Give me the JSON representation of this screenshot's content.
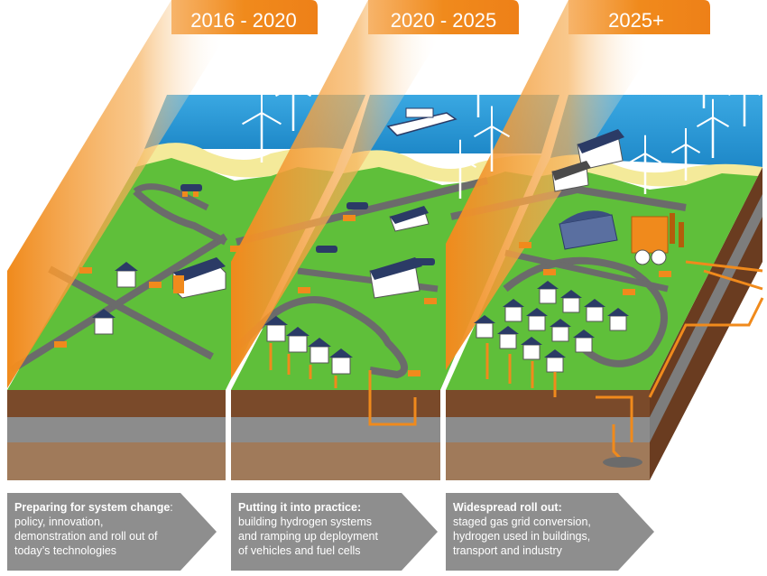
{
  "phases": [
    {
      "period": "2016 - 2020",
      "heading": "Preparing for system change",
      "heading_suffix": ":",
      "lines": [
        "policy, innovation,",
        "demonstration and roll out of",
        "today’s technologies"
      ]
    },
    {
      "period": "2020 - 2025",
      "heading": "Putting it into practice:",
      "heading_suffix": "",
      "lines": [
        "building hydrogen systems",
        "and ramping up deployment",
        "of vehicles and fuel cells"
      ]
    },
    {
      "period": "2025+",
      "heading": "Widespread roll out:",
      "heading_suffix": "",
      "lines": [
        "staged gas grid conversion,",
        "hydrogen used in buildings,",
        "transport and industry"
      ]
    }
  ],
  "colors": {
    "orange": "#f08a1c",
    "grass": "#5fbf3a",
    "sea": "#2b9fd9",
    "sand": "#f4ea9a",
    "road": "#6b6b6b",
    "soil": "#7a4a2a",
    "arrow_grey": "#8e8e8e"
  },
  "icons": [
    "wind-turbine-icon",
    "house-icon",
    "factory-icon",
    "ferry-icon",
    "truck-icon",
    "pipeline-icon"
  ]
}
